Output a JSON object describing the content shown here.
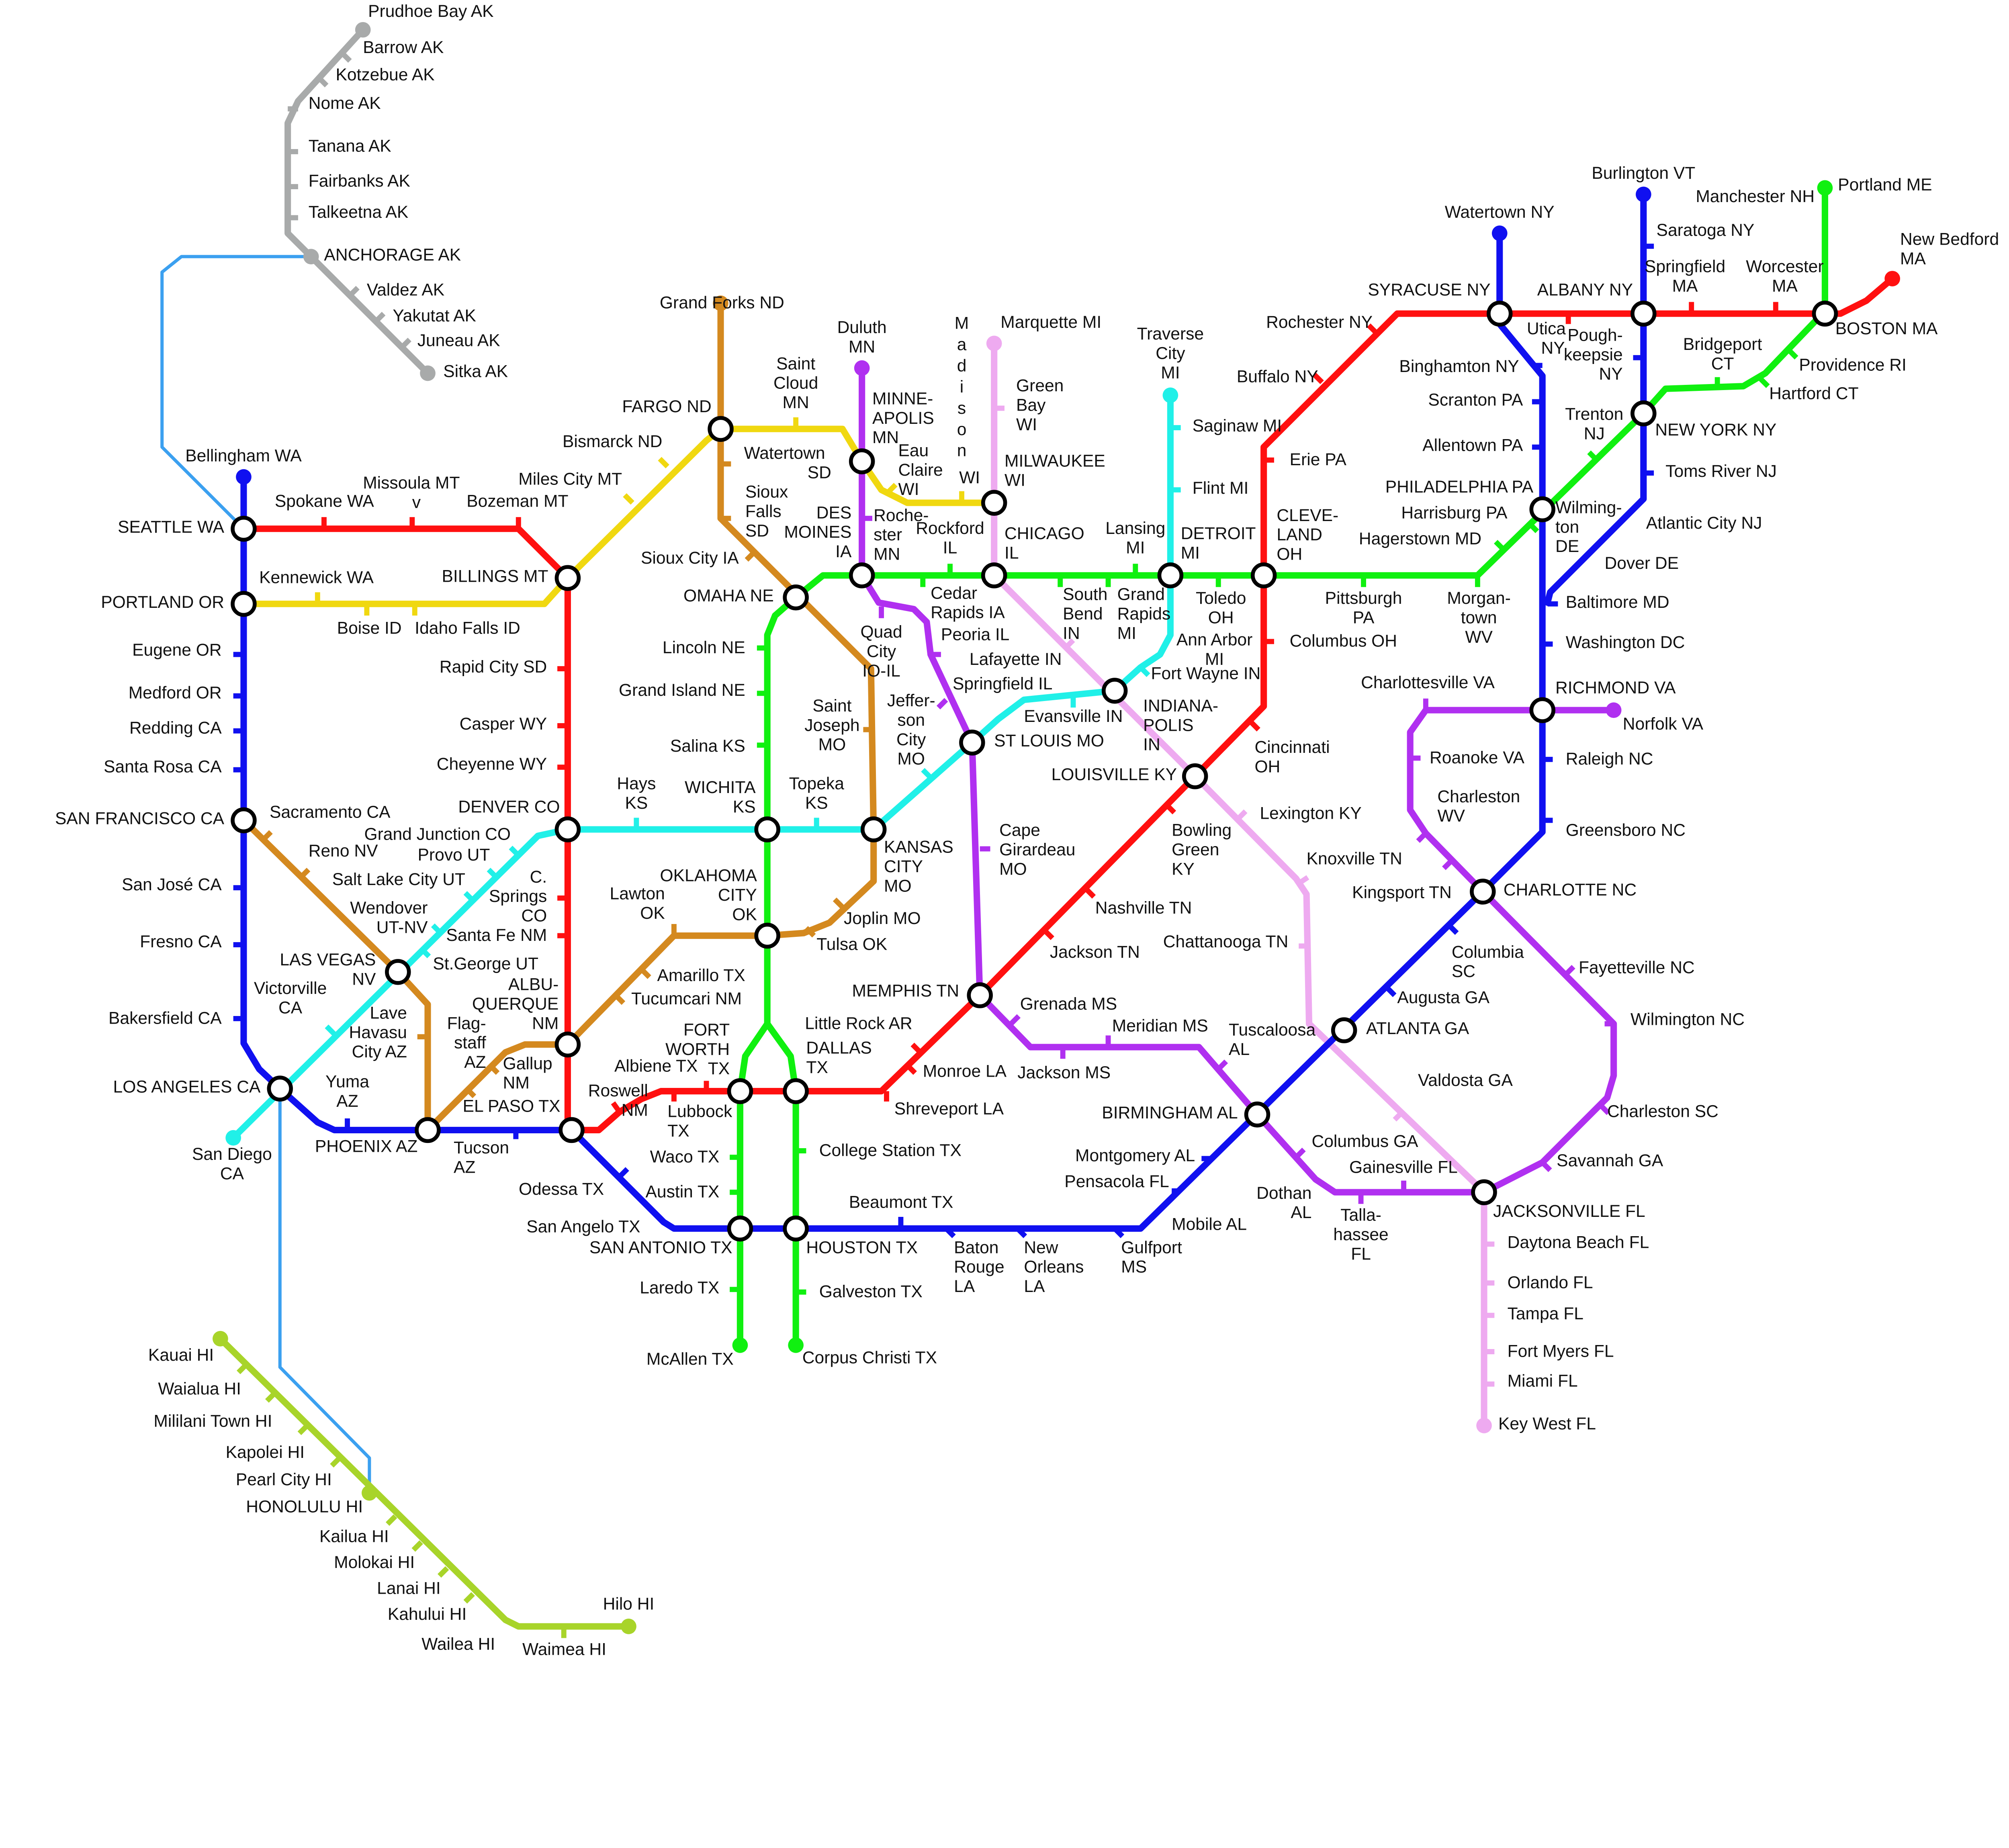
{
  "colors": {
    "red": "#ff1010",
    "blue": "#1010f0",
    "green": "#10f010",
    "cyan": "#20f0e8",
    "gold": "#d4891f",
    "yellow": "#f0d810",
    "purple": "#b030f0",
    "pink": "#eeaaf0",
    "gray": "#a8aaaa",
    "lightblue": "#3ba0f0",
    "hawaii": "#a8d42a"
  },
  "vertical_label": "Madison",
  "labels": [
    [
      "Prudhoe Bay AK"
    ],
    [
      "Barrow AK"
    ],
    [
      "Kotzebue AK"
    ],
    [
      "Nome AK"
    ],
    [
      "Tanana AK"
    ],
    [
      "Fairbanks AK"
    ],
    [
      "Talkeetna AK"
    ],
    [
      "ANCHORAGE AK"
    ],
    [
      "Valdez AK"
    ],
    [
      "Yakutat AK"
    ],
    [
      "Juneau AK"
    ],
    [
      "Sitka AK"
    ],
    [
      "Bellingham WA"
    ],
    [
      "SEATTLE WA"
    ],
    [
      "Spokane WA"
    ],
    [
      "Missoula MT",
      "v"
    ],
    [
      "Miles City MT"
    ],
    [
      "Bozeman MT"
    ],
    [
      "Bismarck ND"
    ],
    [
      "FARGO ND"
    ],
    [
      "Grand Forks ND"
    ],
    [
      "BILLINGS MT"
    ],
    [
      "Kennewick WA"
    ],
    [
      "PORTLAND OR"
    ],
    [
      "Boise ID"
    ],
    [
      "Idaho Falls ID"
    ],
    [
      "Eugene OR"
    ],
    [
      "Medford OR"
    ],
    [
      "Redding CA"
    ],
    [
      "Santa Rosa CA"
    ],
    [
      "SAN FRANCISCO CA"
    ],
    [
      "Sacramento CA"
    ],
    [
      "Reno NV"
    ],
    [
      "San José CA"
    ],
    [
      "Fresno CA"
    ],
    [
      "Bakersfield CA"
    ],
    [
      "LOS ANGELES CA"
    ],
    [
      "San Diego",
      "CA"
    ],
    [
      "Victorville",
      "CA"
    ],
    [
      "LAS VEGAS",
      "NV"
    ],
    [
      "Wendover",
      "UT-NV"
    ],
    [
      "Salt Lake City UT"
    ],
    [
      "Provo UT"
    ],
    [
      "Grand Junction CO"
    ],
    [
      "DENVER CO"
    ],
    [
      "St.George UT"
    ],
    [
      "Lave",
      "Havasu",
      "City AZ"
    ],
    [
      "Flag-",
      "staff",
      "AZ"
    ],
    [
      "Gallup",
      "NM"
    ],
    [
      "Yuma",
      "AZ"
    ],
    [
      "PHOENIX AZ"
    ],
    [
      "Tucson",
      "AZ"
    ],
    [
      "EL PASO TX"
    ],
    [
      "ALBU-",
      "QUERQUE",
      "NM"
    ],
    [
      "C.",
      "Springs",
      "CO"
    ],
    [
      "Santa Fe NM"
    ],
    [
      "Rapid City SD"
    ],
    [
      "Casper WY"
    ],
    [
      "Cheyenne WY"
    ],
    [
      "Amarillo TX"
    ],
    [
      "Tucumcari NM"
    ],
    [
      "Lawton",
      "OK"
    ],
    [
      "Roswell",
      "NM"
    ],
    [
      "Albiene TX"
    ],
    [
      "Lubbock",
      "TX"
    ],
    [
      "FORT",
      "WORTH",
      "TX"
    ],
    [
      "DALLAS",
      "TX"
    ],
    [
      "Little Rock AR"
    ],
    [
      "Monroe LA"
    ],
    [
      "Shreveport LA"
    ],
    [
      "OKLAHOMA",
      "CITY",
      "OK"
    ],
    [
      "Tulsa OK"
    ],
    [
      "Joplin MO"
    ],
    [
      "KANSAS",
      "CITY",
      "MO"
    ],
    [
      "WICHITA",
      "KS"
    ],
    [
      "Hays",
      "KS"
    ],
    [
      "Topeka",
      "KS"
    ],
    [
      "Salina KS"
    ],
    [
      "Grand Island NE"
    ],
    [
      "Lincoln NE"
    ],
    [
      "OMAHA NE"
    ],
    [
      "Sioux City IA"
    ],
    [
      "Sioux",
      "Falls",
      "SD"
    ],
    [
      "Watertown",
      "SD"
    ],
    [
      "Saint",
      "Cloud",
      "MN"
    ],
    [
      "Duluth",
      "MN"
    ],
    [
      "MINNE-",
      "APOLIS",
      "MN"
    ],
    [
      "Eau",
      "Claire",
      "WI"
    ],
    [
      "WI"
    ],
    [
      "Marquette MI"
    ],
    [
      "Green",
      "Bay",
      "WI"
    ],
    [
      "MILWAUKEE",
      "WI"
    ],
    [
      "Roche-",
      "ster",
      "MN"
    ],
    [
      "DES",
      "MOINES",
      "IA"
    ],
    [
      "Rockford",
      "IL"
    ],
    [
      "CHICAGO",
      "IL"
    ],
    [
      "Cedar",
      "Rapids IA"
    ],
    [
      "Quad",
      "City",
      "IO-IL"
    ],
    [
      "Peoria IL"
    ],
    [
      "Lafayette IN"
    ],
    [
      "Springfield IL"
    ],
    [
      "Jeffer-",
      "son",
      "City",
      "MO"
    ],
    [
      "Saint",
      "Joseph",
      "MO"
    ],
    [
      "ST LOUIS MO"
    ],
    [
      "Evansville IN"
    ],
    [
      "Traverse",
      "City",
      "MI"
    ],
    [
      "Saginaw MI"
    ],
    [
      "Flint MI"
    ],
    [
      "Lansing",
      "MI"
    ],
    [
      "DETROIT",
      "MI"
    ],
    [
      "CLEVE-",
      "LAND",
      "OH"
    ],
    [
      "South",
      "Bend",
      "IN"
    ],
    [
      "Grand",
      "Rapids",
      "MI"
    ],
    [
      "Toledo",
      "OH"
    ],
    [
      "Ann Arbor",
      "MI"
    ],
    [
      "Fort Wayne IN"
    ],
    [
      "INDIANA-",
      "POLIS",
      "IN"
    ],
    [
      "Cincinnati",
      "OH"
    ],
    [
      "LOUISVILLE KY"
    ],
    [
      "Lexington KY"
    ],
    [
      "Knoxville TN"
    ],
    [
      "Bowling",
      "Green",
      "KY"
    ],
    [
      "Nashville TN"
    ],
    [
      "Jackson TN"
    ],
    [
      "Chattanooga TN"
    ],
    [
      "Cape",
      "Girardeau",
      "MO"
    ],
    [
      "MEMPHIS TN"
    ],
    [
      "Grenada MS"
    ],
    [
      "Meridian MS"
    ],
    [
      "Jackson MS"
    ],
    [
      "Tuscaloosa",
      "AL"
    ],
    [
      "BIRMINGHAM AL"
    ],
    [
      "Columbus GA"
    ],
    [
      "Gainesville FL"
    ],
    [
      "Dothan",
      "AL"
    ],
    [
      "Talla-",
      "hassee",
      "FL"
    ],
    [
      "Montgomery AL"
    ],
    [
      "Pensacola FL"
    ],
    [
      "Mobile AL"
    ],
    [
      "Gulfport",
      "MS"
    ],
    [
      "Baton",
      "Rouge",
      "LA"
    ],
    [
      "New",
      "Orleans",
      "LA"
    ],
    [
      "Beaumont TX"
    ],
    [
      "College Station TX"
    ],
    [
      "HOUSTON TX"
    ],
    [
      "Galveston TX"
    ],
    [
      "Corpus Christi TX"
    ],
    [
      "McAllen TX"
    ],
    [
      "Laredo TX"
    ],
    [
      "SAN ANTONIO TX"
    ],
    [
      "San Angelo TX"
    ],
    [
      "Austin TX"
    ],
    [
      "Waco TX"
    ],
    [
      "Odessa TX"
    ],
    [
      "ATLANTA GA"
    ],
    [
      "Augusta GA"
    ],
    [
      "Columbia",
      "SC"
    ],
    [
      "Valdosta GA"
    ],
    [
      "JACKSONVILLE FL"
    ],
    [
      "Daytona Beach FL"
    ],
    [
      "Orlando FL"
    ],
    [
      "Tampa FL"
    ],
    [
      "Fort Myers FL"
    ],
    [
      "Miami FL"
    ],
    [
      "Key West FL"
    ],
    [
      "Savannah GA"
    ],
    [
      "Charleston SC"
    ],
    [
      "Wilmington NC"
    ],
    [
      "Fayetteville NC"
    ],
    [
      "CHARLOTTE NC"
    ],
    [
      "Kingsport TN"
    ],
    [
      "Charleston",
      "WV"
    ],
    [
      "Roanoke VA"
    ],
    [
      "Charlottesville VA"
    ],
    [
      "RICHMOND VA"
    ],
    [
      "Norfolk VA"
    ],
    [
      "Raleigh NC"
    ],
    [
      "Greensboro NC"
    ],
    [
      "Washington DC"
    ],
    [
      "Baltimore MD"
    ],
    [
      "Dover DE"
    ],
    [
      "Atlantic City NJ"
    ],
    [
      "Toms River NJ"
    ],
    [
      "Wilming-",
      "ton",
      "DE"
    ],
    [
      "PHILADELPHIA PA"
    ],
    [
      "Harrisburg PA"
    ],
    [
      "Hagerstown MD"
    ],
    [
      "Morgan-",
      "town",
      "WV"
    ],
    [
      "Pittsburgh",
      "PA"
    ],
    [
      "Columbus OH"
    ],
    [
      "Erie PA"
    ],
    [
      "Buffalo NY"
    ],
    [
      "Rochester NY"
    ],
    [
      "SYRACUSE NY"
    ],
    [
      "Watertown NY"
    ],
    [
      "Utica",
      "NY"
    ],
    [
      "Binghamton NY"
    ],
    [
      "Scranton PA"
    ],
    [
      "Allentown PA"
    ],
    [
      "Pough-",
      "keepsie",
      "NY"
    ],
    [
      "Trenton",
      "NJ"
    ],
    [
      "NEW YORK NY"
    ],
    [
      "ALBANY NY"
    ],
    [
      "Burlington VT"
    ],
    [
      "Saratoga NY"
    ],
    [
      "Manchester NH"
    ],
    [
      "Portland ME"
    ],
    [
      "New Bedford",
      "MA"
    ],
    [
      "Springfield",
      "MA"
    ],
    [
      "Worcester",
      "MA"
    ],
    [
      "BOSTON MA"
    ],
    [
      "Bridgeport",
      "CT"
    ],
    [
      "Providence RI"
    ],
    [
      "Hartford CT"
    ],
    [
      "Kauai HI"
    ],
    [
      "Waialua HI"
    ],
    [
      "Mililani Town HI"
    ],
    [
      "Kapolei HI"
    ],
    [
      "Pearl City HI"
    ],
    [
      "HONOLULU HI"
    ],
    [
      "Kailua HI"
    ],
    [
      "Molokai HI"
    ],
    [
      "Lanai HI"
    ],
    [
      "Kahului HI"
    ],
    [
      "Wailea HI"
    ],
    [
      "Waimea HI"
    ],
    [
      "Hilo HI"
    ]
  ]
}
